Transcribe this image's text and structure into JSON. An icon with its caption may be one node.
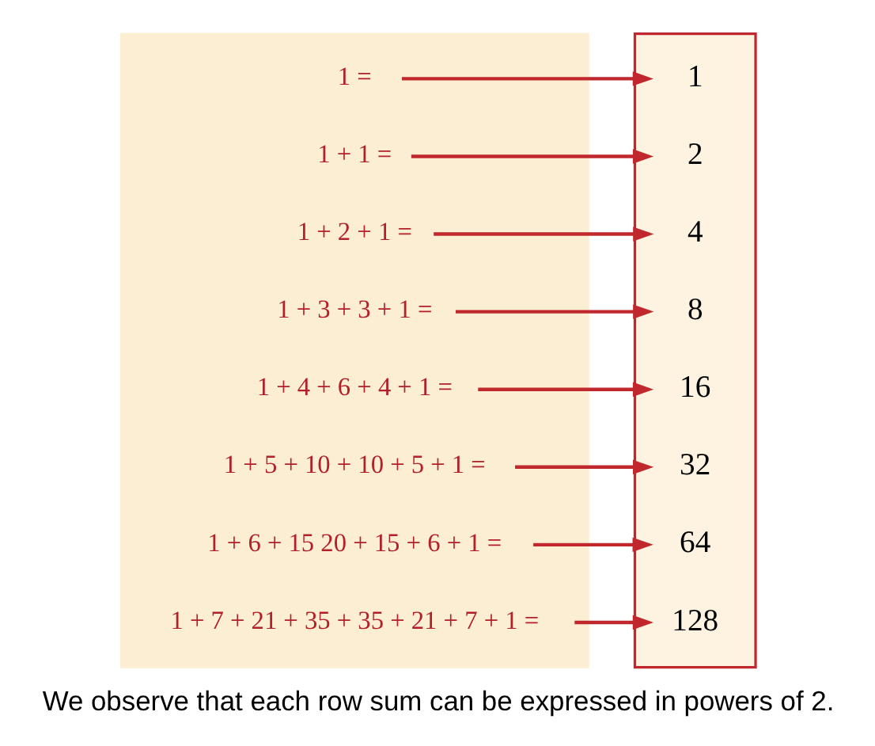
{
  "diagram": {
    "caption": "We observe that each row sum can be expressed in powers of 2.",
    "nodes": [
      {
        "text": [],
        "shape": "triangle"
      },
      {
        "text": [
          "1 ="
        ],
        "in": 0
      },
      {
        "text": [
          "1 + 1 ="
        ],
        "in": 0
      },
      {
        "text": [
          "1 + 2 + 1 ="
        ],
        "in": 0
      },
      {
        "text": [
          "1 + 3 + 3 + 1 ="
        ],
        "in": 0
      },
      {
        "text": [
          "1 + 4 + 6 + 4 + 1 ="
        ],
        "in": 0
      },
      {
        "text": [
          "1 + 5 + 10 + 10 + 5 + 1 ="
        ],
        "in": 0
      },
      {
        "text": [
          "1 + 6 + 15 20 + 15 + 6 + 1 ="
        ],
        "in": 0
      },
      {
        "text": [
          "1 + 7 + 21 + 35 + 35 + 21 + 7 + 1 ="
        ],
        "in": 0
      },
      {
        "text": [],
        "shape": "box"
      },
      {
        "text": [
          "1"
        ],
        "in": 9
      },
      {
        "text": [
          "2"
        ],
        "in": 9
      },
      {
        "text": [
          "4"
        ],
        "in": 9
      },
      {
        "text": [
          "8"
        ],
        "in": 9
      },
      {
        "text": [
          "16"
        ],
        "in": 9
      },
      {
        "text": [
          "32"
        ],
        "in": 9
      },
      {
        "text": [
          "64"
        ],
        "in": 9
      },
      {
        "text": [
          "128"
        ],
        "in": 9
      }
    ],
    "edges": [
      {
        "from": 1,
        "to": 10,
        "arrow": "to"
      },
      {
        "from": 2,
        "to": 11,
        "arrow": "to"
      },
      {
        "from": 3,
        "to": 12,
        "arrow": "to"
      },
      {
        "from": 4,
        "to": 13,
        "arrow": "to"
      },
      {
        "from": 5,
        "to": 14,
        "arrow": "to"
      },
      {
        "from": 6,
        "to": 15,
        "arrow": "to"
      },
      {
        "from": 7,
        "to": 16,
        "arrow": "to"
      },
      {
        "from": 8,
        "to": 17,
        "arrow": "to"
      }
    ]
  }
}
